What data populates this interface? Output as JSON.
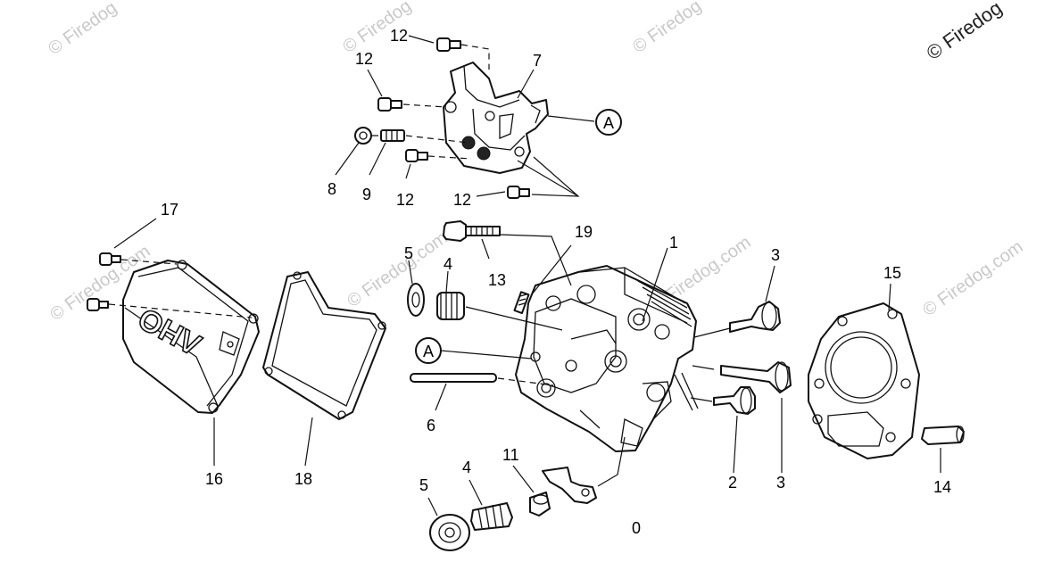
{
  "watermarks": {
    "main": "© Firedog",
    "faint": "© Firedog",
    "faint_com": "© Firedog.com"
  },
  "callouts": {
    "c1": "1",
    "c2": "2",
    "c3a": "3",
    "c3b": "3",
    "c4a": "4",
    "c4b": "4",
    "c5a": "5",
    "c5b": "5",
    "c6": "6",
    "c7": "7",
    "c8": "8",
    "c9": "9",
    "c10": "0",
    "c11": "11",
    "c12a": "12",
    "c12b": "12",
    "c12c": "12",
    "c12d": "12",
    "c13": "13",
    "c14": "14",
    "c15": "15",
    "c16": "16",
    "c17": "17",
    "c18": "18",
    "c19": "19",
    "refA1": "A",
    "refA2": "A"
  },
  "cover_marking": "OHV"
}
